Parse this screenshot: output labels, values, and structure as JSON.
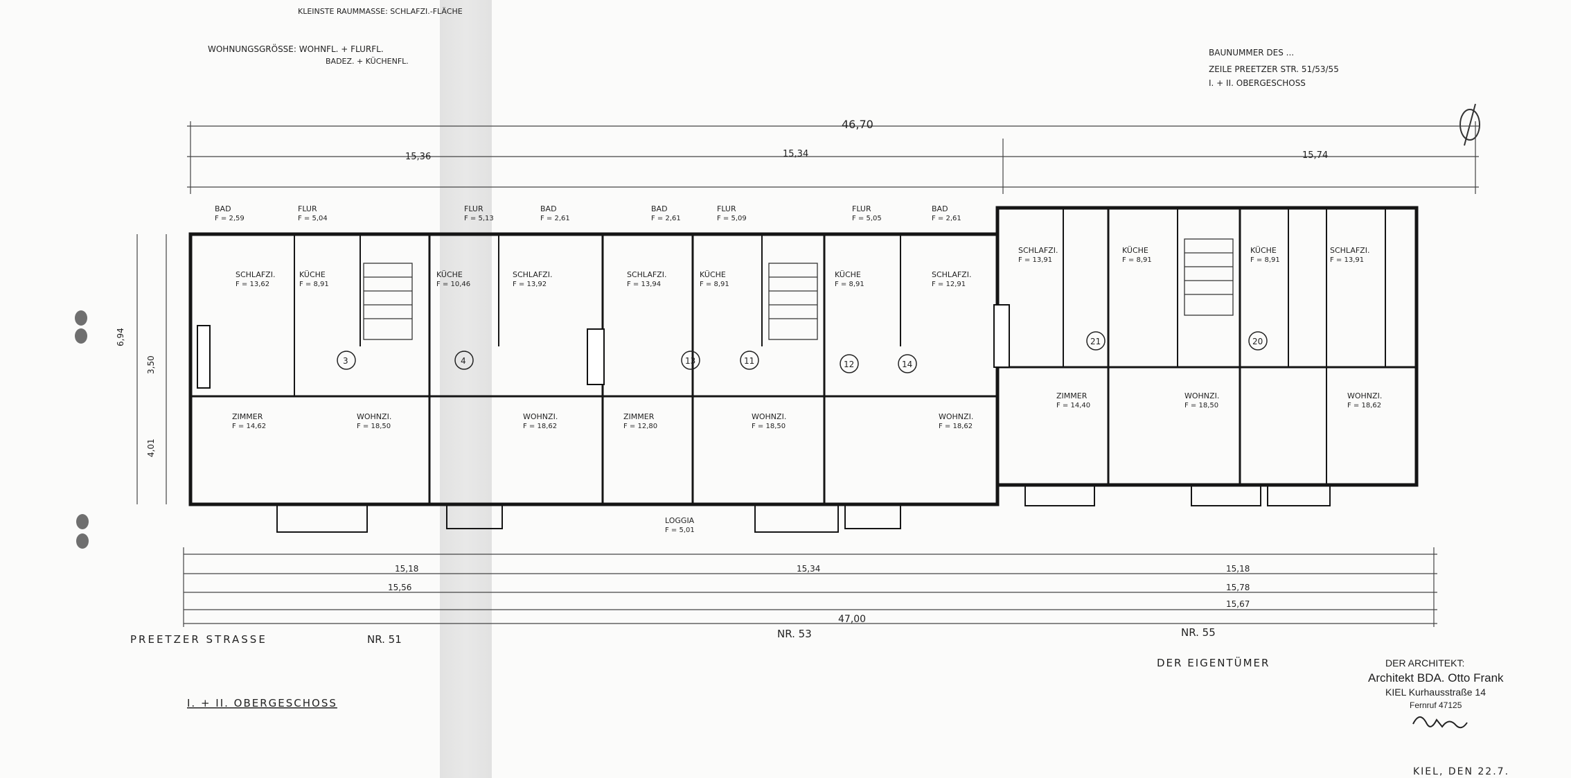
{
  "sheet": {
    "top_notes": [
      "WOHNUNGSGRÖSSE: WOHNFL. + FLURFL.",
      "KLEINSTE RAUMMASSE: SCHLAFZI.-FLÄCHE",
      "BADEZ. + KÜCHENFL."
    ],
    "top_right_notes": [
      "BAUNUMMER DES ...",
      "ZEILE PREETZER STR. 51/53/55",
      "I. + II. OBERGESCHOSS"
    ],
    "overall_dimension": "46,70",
    "street_label": "PREETZER STRASSE",
    "house_numbers": [
      "NR. 51",
      "NR. 53",
      "NR. 55"
    ],
    "floor_label": "I. + II. OBERGESCHOSS",
    "owner_label": "DER EIGENTÜMER",
    "architect": {
      "heading": "DER ARCHITEKT:",
      "name": "Architekt BDA. Otto Frank",
      "address": "KIEL Kurhausstraße 14",
      "phone": "Fernruf 47125",
      "signature": "OFrank"
    },
    "date_line": "KIEL, DEN 22.7."
  },
  "dimensions": {
    "top_segments": [
      "15,36",
      "15,34",
      "15,74"
    ],
    "bottom_segments": [
      "15,18",
      "15,34",
      "15,18"
    ],
    "bottom_totals": [
      "15,56",
      "15,78",
      "15,67"
    ],
    "overall_bottom": "47,00",
    "left_heights": [
      "6,94",
      "3,50",
      "4,01"
    ]
  },
  "rooms": [
    {
      "name": "BAD",
      "area": "F = 2,59"
    },
    {
      "name": "FLUR",
      "area": "F = 5,04"
    },
    {
      "name": "SCHLAFZI.",
      "area": "F = 13,62"
    },
    {
      "name": "KÜCHE",
      "area": "F = 8,91"
    },
    {
      "name": "ZIMMER",
      "area": "F = 14,62"
    },
    {
      "name": "WOHNZI.",
      "area": "F = 18,50"
    },
    {
      "name": "FLUR",
      "area": "F = 5,13"
    },
    {
      "name": "BAD",
      "area": "F = 2,61"
    },
    {
      "name": "KÜCHE",
      "area": "F = 10,46"
    },
    {
      "name": "SCHLAFZI.",
      "area": "F = 13,92"
    },
    {
      "name": "ZIMMER",
      "area": "F = 12,80"
    },
    {
      "name": "WOHNZI.",
      "area": "F = 18,62"
    },
    {
      "name": "BAD",
      "area": "F = 2,61"
    },
    {
      "name": "FLUR",
      "area": "F = 5,09"
    },
    {
      "name": "SCHLAFZI.",
      "area": "F = 13,94"
    },
    {
      "name": "KÜCHE",
      "area": "F = 8,91"
    },
    {
      "name": "WOHNZI.",
      "area": "F = 18,50"
    },
    {
      "name": "FLUR",
      "area": "F = 5,05"
    },
    {
      "name": "BAD",
      "area": "F = 2,61"
    },
    {
      "name": "KÜCHE",
      "area": "F = 8,91"
    },
    {
      "name": "SCHLAFZI.",
      "area": "F = 12,91"
    },
    {
      "name": "WOHNZI.",
      "area": "F = 18,62"
    },
    {
      "name": "SCHLAFZI.",
      "area": "F = 13,91"
    },
    {
      "name": "KÜCHE",
      "area": "F = 8,91"
    },
    {
      "name": "ZIMMER",
      "area": "F = 14,40"
    },
    {
      "name": "WOHNZI.",
      "area": "F = 18,50"
    },
    {
      "name": "KÜCHE",
      "area": "F = 8,91"
    },
    {
      "name": "SCHLAFZI.",
      "area": "F = 13,91"
    },
    {
      "name": "WOHNZI.",
      "area": "F = 18,62"
    },
    {
      "name": "LOGGIA",
      "area": "F = 5,01"
    }
  ],
  "unit_numbers": [
    "3",
    "4",
    "13",
    "11",
    "12",
    "14",
    "21",
    "20"
  ]
}
